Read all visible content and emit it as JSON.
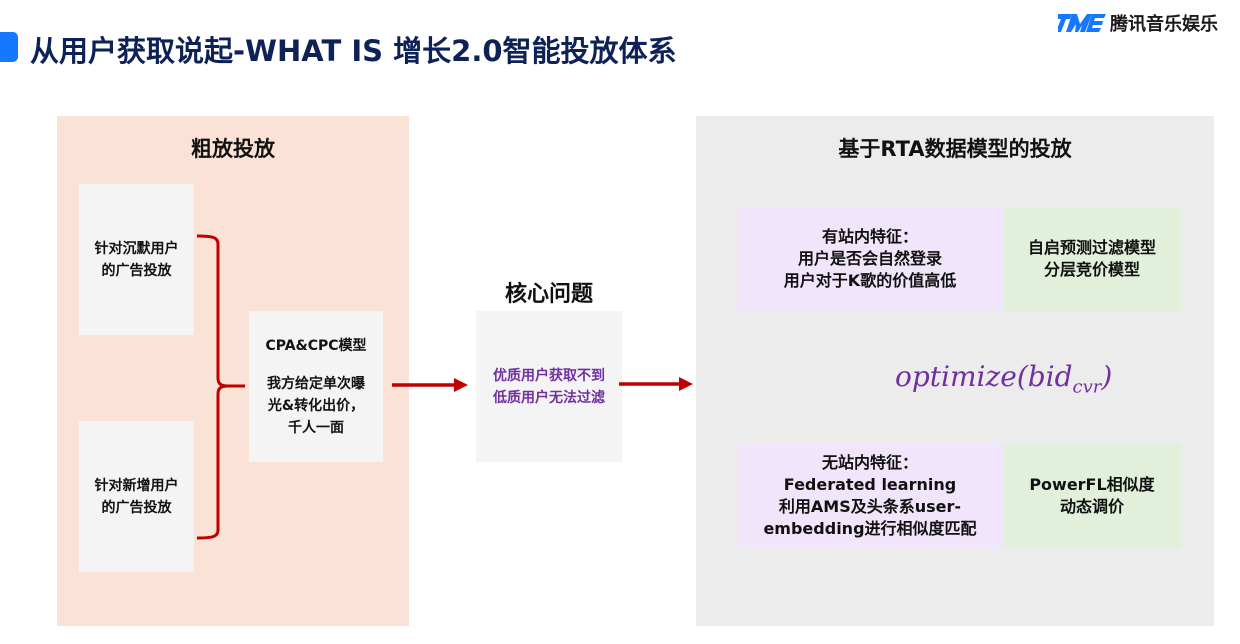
{
  "header": {
    "title": "从用户获取说起-WHAT IS 增长2.0智能投放体系",
    "accent_color": "#1677ff",
    "logo": {
      "icon": "tme-logo-icon",
      "text": "腾讯音乐娱乐"
    }
  },
  "left_panel": {
    "title": "粗放投放",
    "background": "#fae3d6",
    "targets": [
      {
        "lines": [
          "针对沉默用户",
          "的广告投放"
        ]
      },
      {
        "lines": [
          "针对新增用户",
          "的广告投放"
        ]
      }
    ],
    "bracket_icon": "right-curly-brace-icon",
    "model_box": {
      "heading": "CPA&CPC模型",
      "lines": [
        "我方给定单次曝",
        "光&转化出价，",
        "千人一面"
      ]
    }
  },
  "core": {
    "title": "核心问题",
    "lines": [
      "优质用户获取不到",
      "低质用户无法过滤"
    ],
    "text_color": "#7030a0"
  },
  "arrows": {
    "color": "#c00000",
    "icon": "arrow-right-icon"
  },
  "right_panel": {
    "title": "基于RTA数据模型的投放",
    "background": "#ececec",
    "rows": [
      {
        "feature_lines": [
          "有站内特征：",
          "用户是否会自然登录",
          "用户对于K歌的价值高低"
        ],
        "model_lines": [
          "自启预测过滤模型",
          "分层竞价模型"
        ]
      },
      {
        "feature_lines": [
          "无站内特征：",
          "Federated learning",
          "利用AMS及头条系user-",
          "embedding进行相似度匹配"
        ],
        "model_lines": [
          "PowerFL相似度",
          "动态调价"
        ]
      }
    ],
    "formula": {
      "main": "optimize(bid",
      "subscript": "cvr",
      "close": ")",
      "color": "#7030a0"
    }
  }
}
